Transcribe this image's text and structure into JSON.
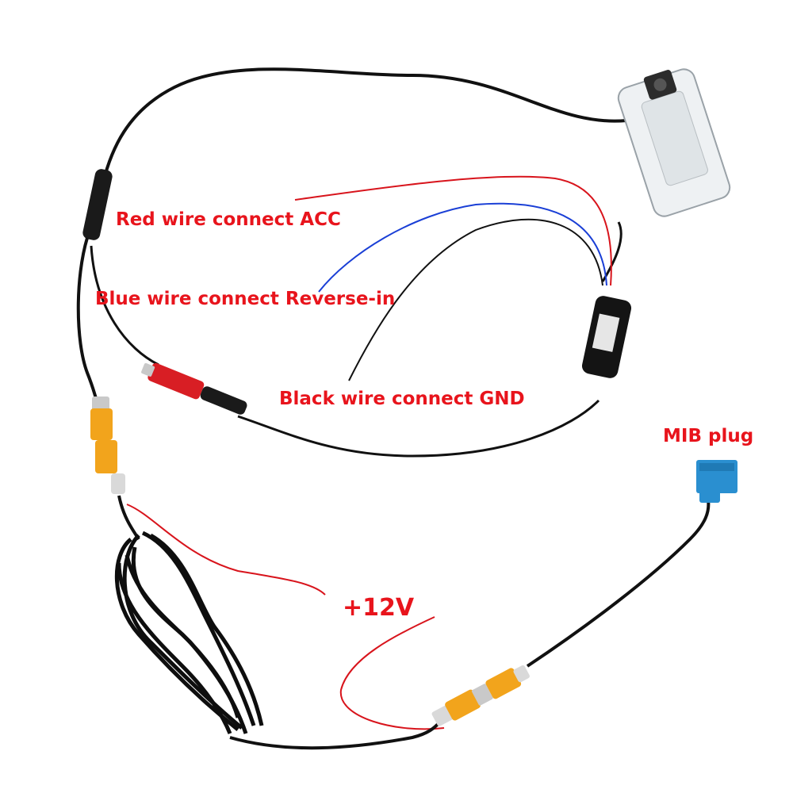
{
  "labels": {
    "red_wire": "Red wire connect ACC",
    "blue_wire": "Blue wire connect Reverse-in",
    "black_wire": "Black wire connect GND",
    "mib_plug": "MIB plug",
    "plus_12v": "+12V"
  },
  "colors": {
    "label_text": "#e8141c",
    "cable": "#111111",
    "red_wire": "#d8141c",
    "blue_wire": "#1a3fd6",
    "rca_yellow": "#f2a41c",
    "rca_red": "#d81e24",
    "mib_blue": "#2a8fd0"
  }
}
